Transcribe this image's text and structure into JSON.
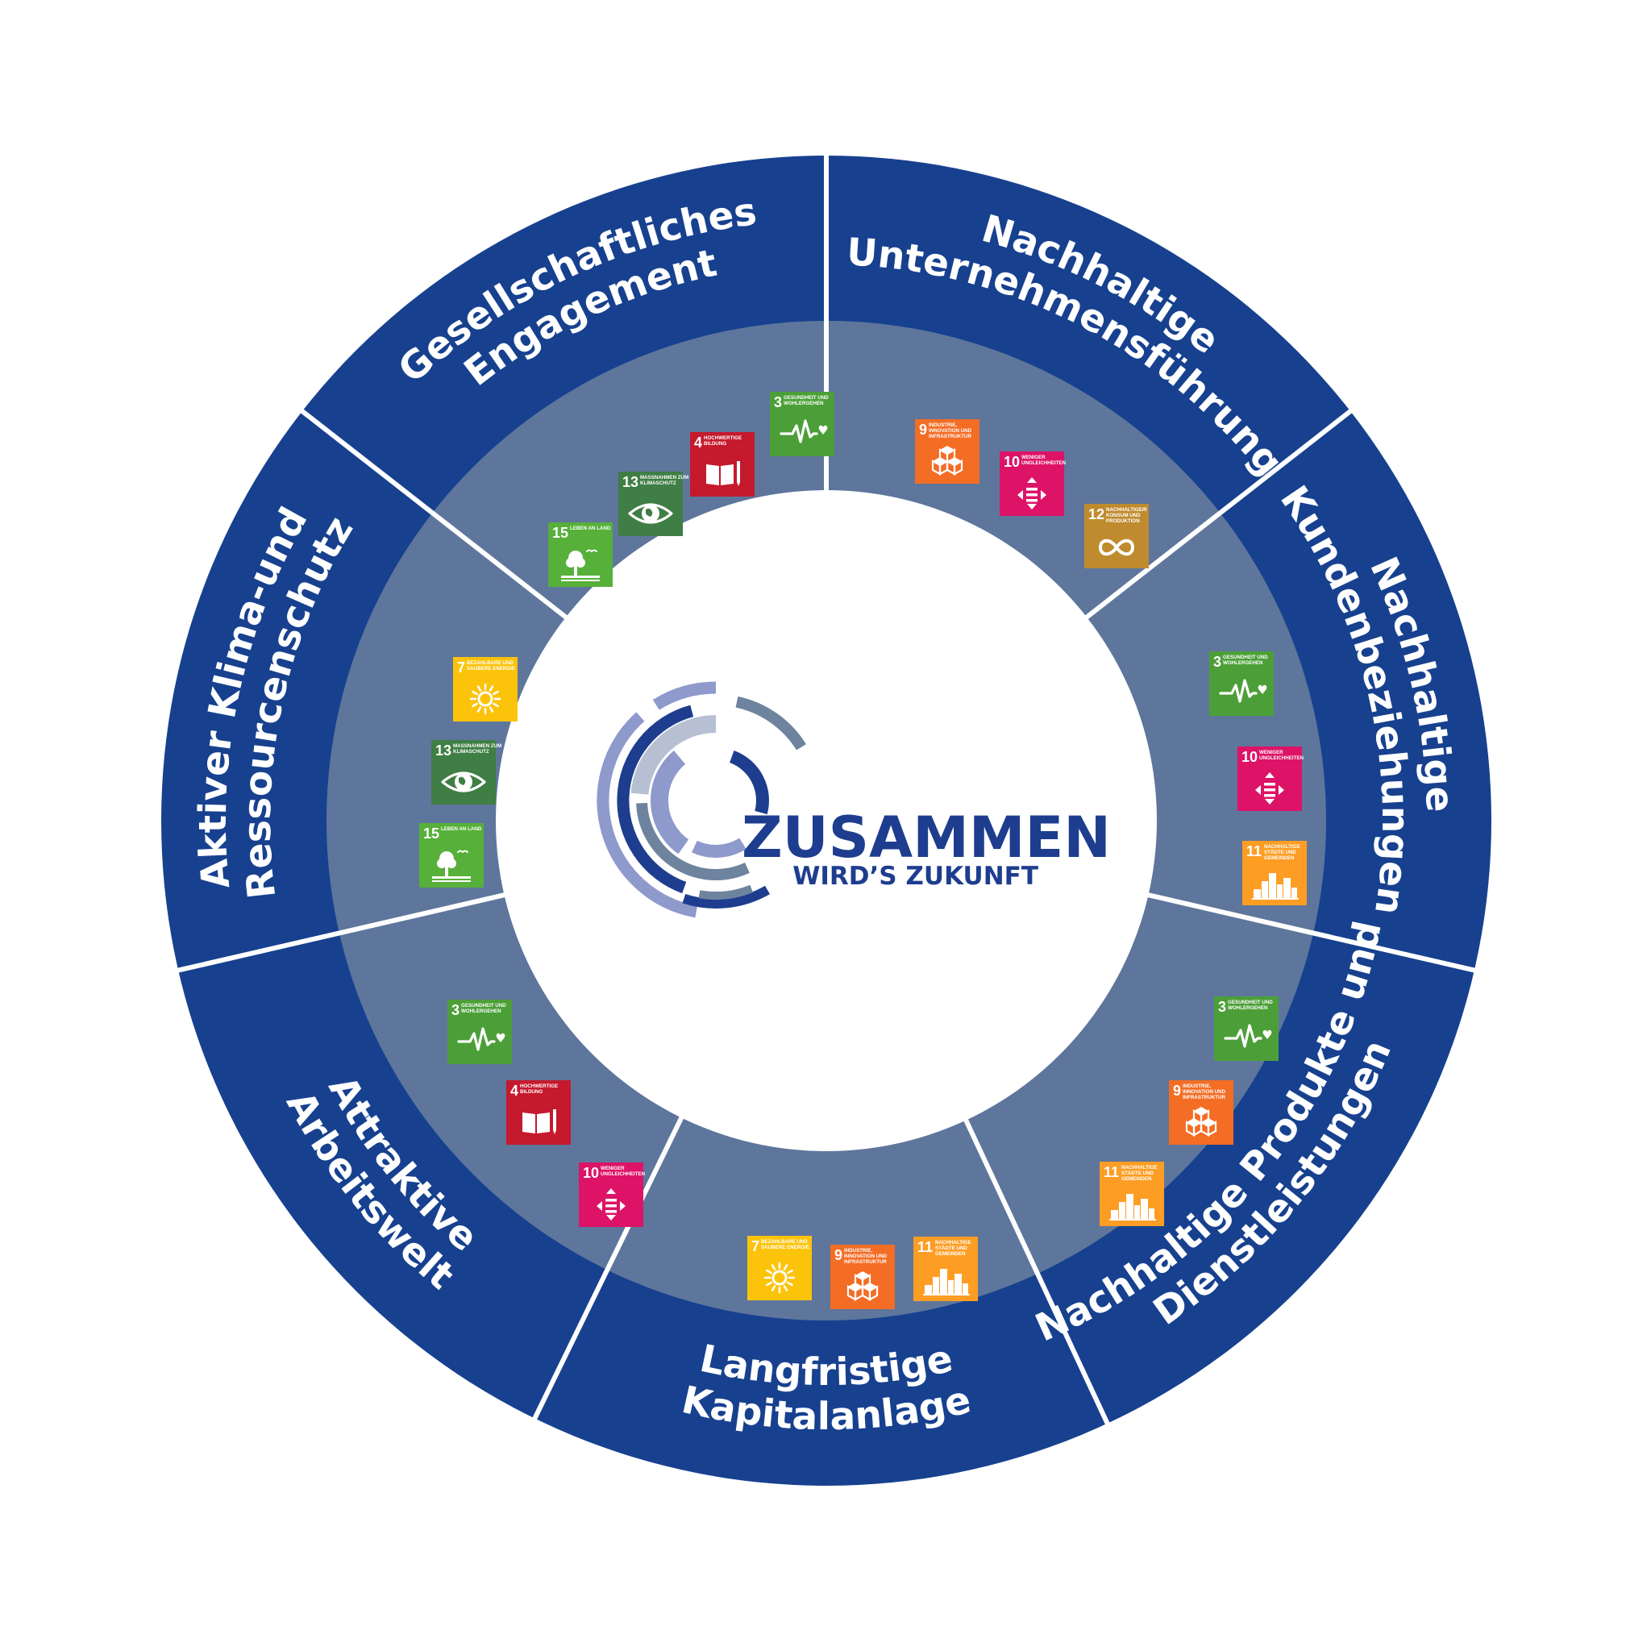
{
  "colors": {
    "outer_ring": "#17418f",
    "inner_ring": "#5e769c",
    "divider": "#ffffff",
    "center": "#ffffff",
    "logo_dark": "#1e3d8f",
    "logo_light": "#8e99cc",
    "logo_pale": "#b7c0d3",
    "logo_slate": "#6e839e"
  },
  "logo": {
    "line1": "ZUSAMMEN",
    "line2": "WIRD’S ZUKUNFT"
  },
  "segments": [
    {
      "key": "gesellschaft",
      "lines": [
        "Gesellschaftliches",
        "Engagement"
      ],
      "goals": [
        {
          "number": "15",
          "title": "LEBEN AN LAND",
          "icon": "tree-icon",
          "color": "#56b039"
        },
        {
          "number": "13",
          "title": "MASSNAHMEN ZUM KLIMASCHUTZ",
          "icon": "eye-globe-icon",
          "color": "#3f7e44"
        },
        {
          "number": "4",
          "title": "HOCHWERTIGE BILDUNG",
          "icon": "book-icon",
          "color": "#c5192d"
        },
        {
          "number": "3",
          "title": "GESUNDHEIT UND WOHLERGEHEN",
          "icon": "heartbeat-icon",
          "color": "#4c9f38"
        }
      ]
    },
    {
      "key": "unternehmen",
      "lines": [
        "Nachhaltige",
        "Unternehmensführung"
      ],
      "goals": [
        {
          "number": "9",
          "title": "INDUSTRIE, INNOVATION UND INFRASTRUKTUR",
          "icon": "cubes-icon",
          "color": "#f36d25"
        },
        {
          "number": "10",
          "title": "WENIGER UNGLEICHHEITEN",
          "icon": "equality-icon",
          "color": "#dd1367"
        },
        {
          "number": "12",
          "title": "NACHHALTIGE/R KONSUM UND PRODUKTION",
          "icon": "infinity-icon",
          "color": "#bf8b2e"
        }
      ]
    },
    {
      "key": "kunden",
      "lines": [
        "Nachhaltige",
        "Kundenbeziehungen"
      ],
      "goals": [
        {
          "number": "3",
          "title": "GESUNDHEIT UND WOHLERGEHEN",
          "icon": "heartbeat-icon",
          "color": "#4c9f38"
        },
        {
          "number": "10",
          "title": "WENIGER UNGLEICHHEITEN",
          "icon": "equality-icon",
          "color": "#dd1367"
        },
        {
          "number": "11",
          "title": "NACHHALTIGE STÄDTE UND GEMEINDEN",
          "icon": "city-icon",
          "color": "#fd9d24"
        }
      ]
    },
    {
      "key": "produkte",
      "lines": [
        "Nachhaltige Produkte und",
        "Dienstleistungen"
      ],
      "goals": [
        {
          "number": "3",
          "title": "GESUNDHEIT UND WOHLERGEHEN",
          "icon": "heartbeat-icon",
          "color": "#4c9f38"
        },
        {
          "number": "9",
          "title": "INDUSTRIE, INNOVATION UND INFRASTRUKTUR",
          "icon": "cubes-icon",
          "color": "#f36d25"
        },
        {
          "number": "11",
          "title": "NACHHALTIGE STÄDTE UND GEMEINDEN",
          "icon": "city-icon",
          "color": "#fd9d24"
        }
      ]
    },
    {
      "key": "kapital",
      "lines": [
        "Langfristige",
        "Kapitalanlage"
      ],
      "goals": [
        {
          "number": "7",
          "title": "BEZAHLBARE UND SAUBERE ENERGIE",
          "icon": "sun-icon",
          "color": "#fcc30b"
        },
        {
          "number": "9",
          "title": "INDUSTRIE, INNOVATION UND INFRASTRUKTUR",
          "icon": "cubes-icon",
          "color": "#f36d25"
        },
        {
          "number": "11",
          "title": "NACHHALTIGE STÄDTE UND GEMEINDEN",
          "icon": "city-icon",
          "color": "#fd9d24"
        }
      ]
    },
    {
      "key": "arbeitswelt",
      "lines": [
        "Attraktive",
        "Arbeitswelt"
      ],
      "goals": [
        {
          "number": "3",
          "title": "GESUNDHEIT UND WOHLERGEHEN",
          "icon": "heartbeat-icon",
          "color": "#4c9f38"
        },
        {
          "number": "4",
          "title": "HOCHWERTIGE BILDUNG",
          "icon": "book-icon",
          "color": "#c5192d"
        },
        {
          "number": "10",
          "title": "WENIGER UNGLEICHHEITEN",
          "icon": "equality-icon",
          "color": "#dd1367"
        }
      ]
    },
    {
      "key": "klima",
      "lines": [
        "Aktiver Klima-und",
        "Ressourcenschutz"
      ],
      "goals": [
        {
          "number": "7",
          "title": "BEZAHLBARE UND SAUBERE ENERGIE",
          "icon": "sun-icon",
          "color": "#fcc30b"
        },
        {
          "number": "13",
          "title": "MASSNAHMEN ZUM KLIMASCHUTZ",
          "icon": "eye-globe-icon",
          "color": "#3f7e44"
        },
        {
          "number": "15",
          "title": "LEBEN AN LAND",
          "icon": "tree-icon",
          "color": "#56b039"
        }
      ]
    }
  ]
}
